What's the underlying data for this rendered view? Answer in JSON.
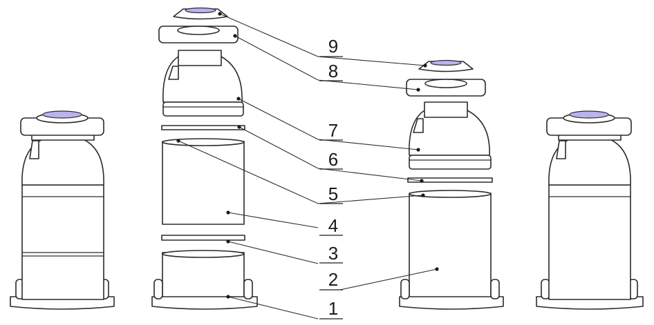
{
  "colors": {
    "line": "#2a2a2a",
    "fill": "#ffffff",
    "lens": "#b9b4f0"
  },
  "callouts": [
    {
      "number": "9"
    },
    {
      "number": "8"
    },
    {
      "number": "7"
    },
    {
      "number": "6"
    },
    {
      "number": "5"
    },
    {
      "number": "4"
    },
    {
      "number": "3"
    },
    {
      "number": "2"
    },
    {
      "number": "1"
    }
  ]
}
